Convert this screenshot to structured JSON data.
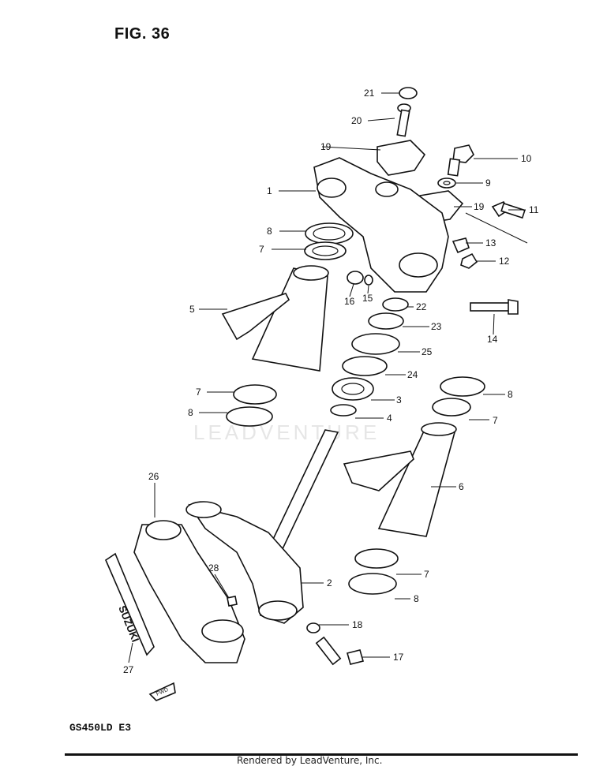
{
  "figure": {
    "title": "FIG. 36",
    "model": "GS450LD  E3"
  },
  "footer": {
    "text": "Rendered by LeadVenture, Inc."
  },
  "watermark": {
    "text": "LEADVENTURE"
  },
  "nameplate": {
    "text": "SUZUKI"
  },
  "fwd_marker": {
    "text": "FWD"
  },
  "callouts": [
    {
      "id": "c21",
      "label": "21"
    },
    {
      "id": "c20",
      "label": "20"
    },
    {
      "id": "c19a",
      "label": "19"
    },
    {
      "id": "c10",
      "label": "10"
    },
    {
      "id": "c1",
      "label": "1"
    },
    {
      "id": "c9",
      "label": "9"
    },
    {
      "id": "c19b",
      "label": "19"
    },
    {
      "id": "c11",
      "label": "11"
    },
    {
      "id": "c8a",
      "label": "8"
    },
    {
      "id": "c13",
      "label": "13"
    },
    {
      "id": "c7a",
      "label": "7"
    },
    {
      "id": "c12",
      "label": "12"
    },
    {
      "id": "c16",
      "label": "16"
    },
    {
      "id": "c15",
      "label": "15"
    },
    {
      "id": "c22",
      "label": "22"
    },
    {
      "id": "c5",
      "label": "5"
    },
    {
      "id": "c23",
      "label": "23"
    },
    {
      "id": "c14",
      "label": "14"
    },
    {
      "id": "c25",
      "label": "25"
    },
    {
      "id": "c24",
      "label": "24"
    },
    {
      "id": "c7b",
      "label": "7"
    },
    {
      "id": "c8b",
      "label": "8"
    },
    {
      "id": "c3",
      "label": "3"
    },
    {
      "id": "c4",
      "label": "4"
    },
    {
      "id": "c8c",
      "label": "8"
    },
    {
      "id": "c7c",
      "label": "7"
    },
    {
      "id": "c6",
      "label": "6"
    },
    {
      "id": "c26",
      "label": "26"
    },
    {
      "id": "c7d",
      "label": "7"
    },
    {
      "id": "c28",
      "label": "28"
    },
    {
      "id": "c2",
      "label": "2"
    },
    {
      "id": "c8d",
      "label": "8"
    },
    {
      "id": "c18",
      "label": "18"
    },
    {
      "id": "c17",
      "label": "17"
    },
    {
      "id": "c27",
      "label": "27"
    }
  ]
}
